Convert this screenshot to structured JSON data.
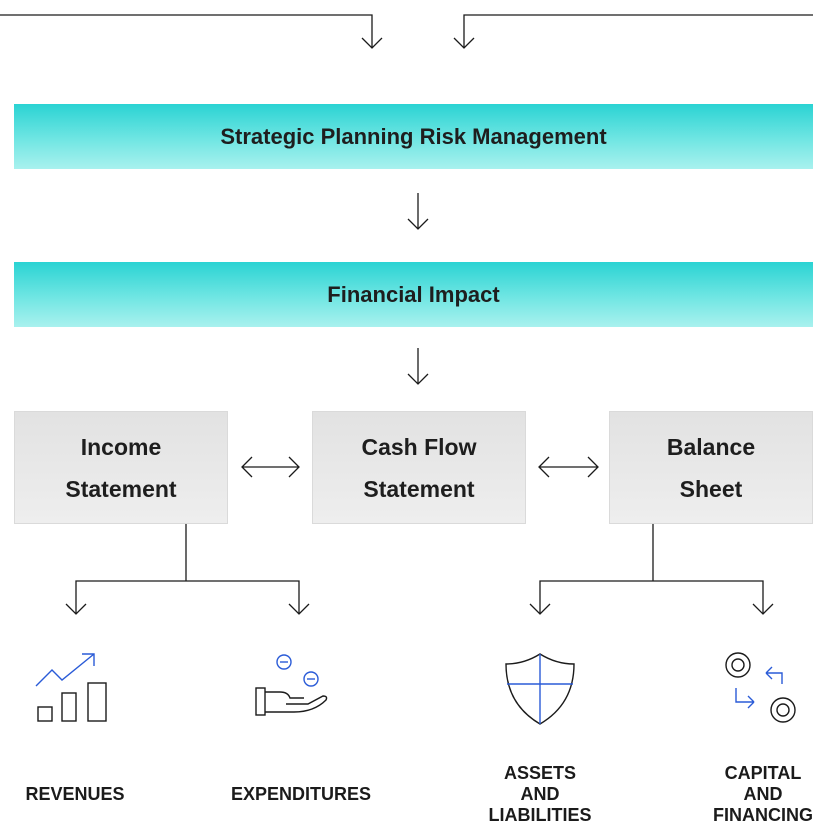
{
  "colors": {
    "band_top": "#2ad3d3",
    "band_bottom": "#a9f1ee",
    "box_fill": "#e6e6e6",
    "icon_accent": "#2a5bd7",
    "line": "#1b1b1b"
  },
  "bands": {
    "strategic": "Strategic Planning Risk Management",
    "financial": "Financial Impact"
  },
  "statements": {
    "income": [
      "Income",
      "Statement"
    ],
    "cash_flow": [
      "Cash Flow",
      "Statement"
    ],
    "balance": [
      "Balance",
      "Sheet"
    ]
  },
  "outcomes": {
    "revenues": [
      "REVENUES"
    ],
    "expenditures": [
      "EXPENDITURES"
    ],
    "assets": [
      "ASSETS",
      "AND",
      "LIABILITIES"
    ],
    "capital": [
      "CAPITAL",
      "AND",
      "FINANCING"
    ]
  },
  "icons": {
    "revenues": "growth-chart-icon",
    "expenditures": "hand-coins-icon",
    "assets": "shield-icon",
    "capital": "coin-exchange-icon"
  }
}
